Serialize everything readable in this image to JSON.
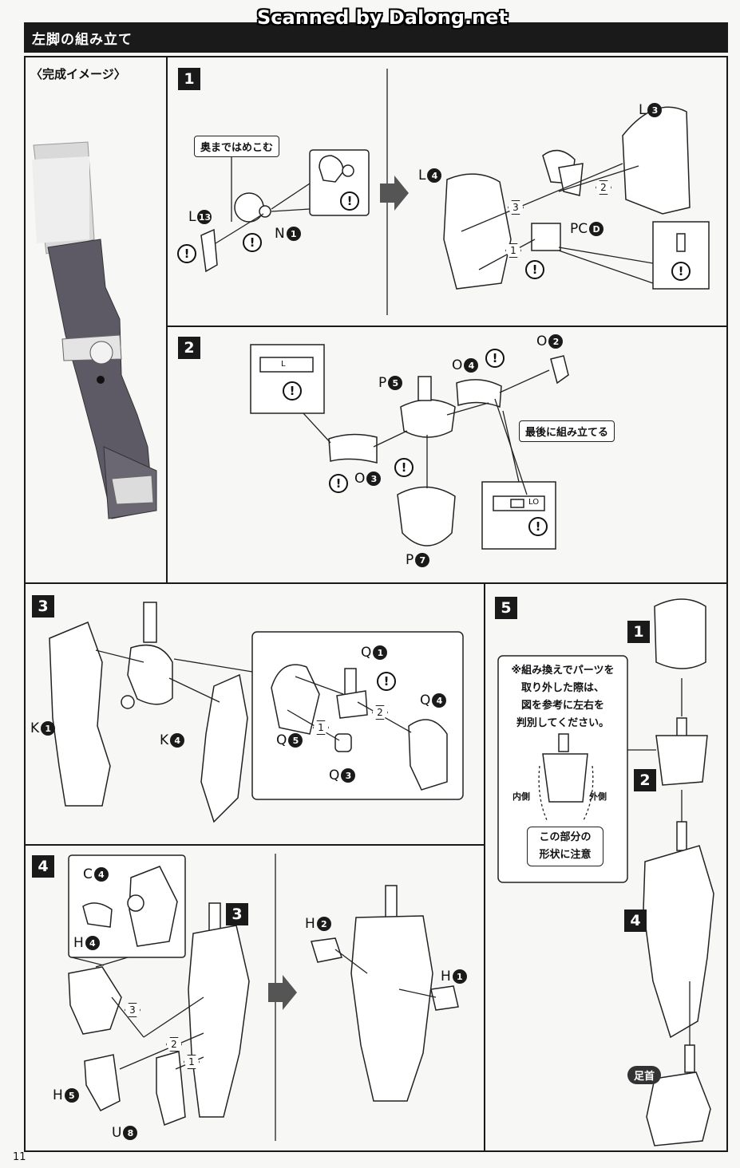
{
  "watermark": "Scanned by Dalong.net",
  "header": {
    "title": "左脚の組み立て"
  },
  "preview": {
    "title": "〈完成イメージ〉"
  },
  "steps": {
    "s1": {
      "number": "1",
      "callout": "奥まではめこむ",
      "labels": {
        "l13": "L",
        "l13n": "13",
        "n1": "N",
        "n1n": "1",
        "l4": "L",
        "l4n": "4",
        "l3": "L",
        "l3n": "3",
        "pcd": "PC",
        "pcdn": "D"
      },
      "seq": [
        "3",
        "2",
        "1"
      ]
    },
    "s2": {
      "number": "2",
      "callout": "最後に組み立てる",
      "labels": {
        "o2": "O",
        "o2n": "2",
        "o4": "O",
        "o4n": "4",
        "p5": "P",
        "p5n": "5",
        "o3": "O",
        "o3n": "3",
        "p7": "P",
        "p7n": "7"
      },
      "mark_l": "L",
      "mark_lo": "LO"
    },
    "s3": {
      "number": "3",
      "labels": {
        "k1": "K",
        "k1n": "1",
        "k4": "K",
        "k4n": "4",
        "q1": "Q",
        "q1n": "1",
        "q4": "Q",
        "q4n": "4",
        "q5": "Q",
        "q5n": "5",
        "q3": "Q",
        "q3n": "3"
      },
      "seq": [
        "2",
        "1"
      ]
    },
    "s4": {
      "number": "4",
      "ref": "3",
      "labels": {
        "c4": "C",
        "c4n": "4",
        "h4": "H",
        "h4n": "4",
        "h5": "H",
        "h5n": "5",
        "u8": "U",
        "u8n": "8",
        "h2": "H",
        "h2n": "2",
        "h1": "H",
        "h1n": "1"
      },
      "seq": [
        "3",
        "2",
        "1"
      ]
    },
    "s5": {
      "number": "5",
      "note_lines": [
        "※組み換えでパーツを",
        "取り外した際は、",
        "図を参考に左右を",
        "判別してください。"
      ],
      "inner": "内側",
      "outer": "外側",
      "caution_lines": [
        "この部分の",
        "形状に注意"
      ],
      "refs": [
        "1",
        "2",
        "4"
      ],
      "ankle": "足首"
    }
  },
  "page_number": "11"
}
